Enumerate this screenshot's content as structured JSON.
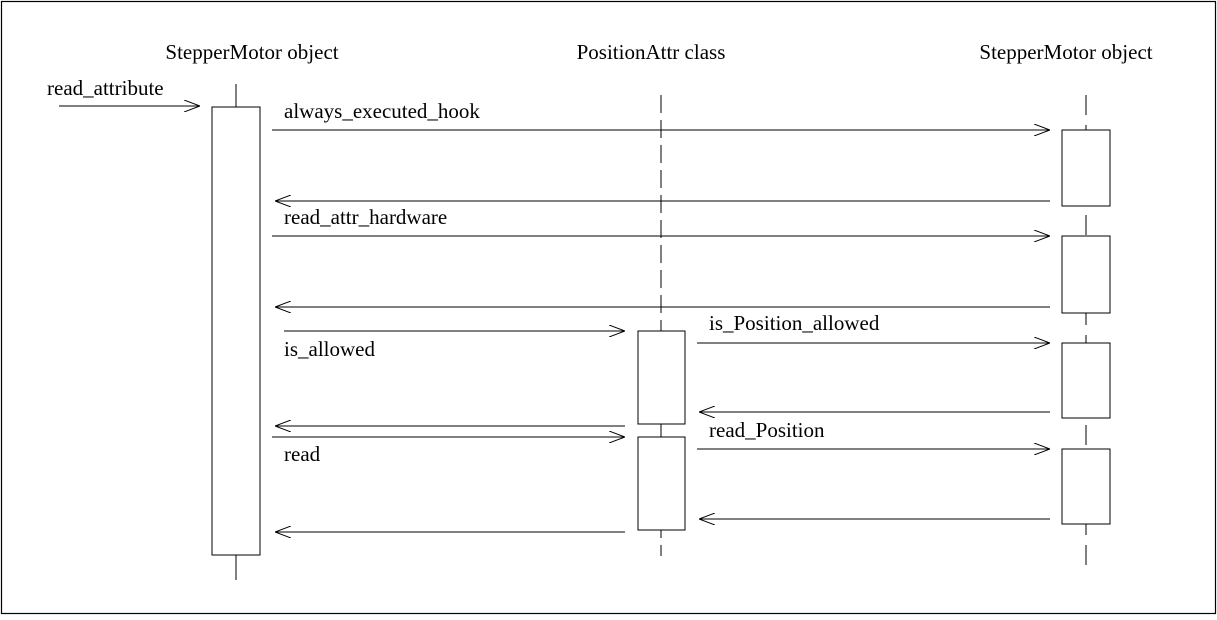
{
  "participants": {
    "left": "StepperMotor object",
    "middle": "PositionAttr class",
    "right": "StepperMotor object"
  },
  "messages": {
    "read_attribute": "read_attribute",
    "always_executed_hook": "always_executed_hook",
    "read_attr_hardware": "read_attr_hardware",
    "is_allowed": "is_allowed",
    "is_Position_allowed": "is_Position_allowed",
    "read": "read",
    "read_Position": "read_Position"
  }
}
